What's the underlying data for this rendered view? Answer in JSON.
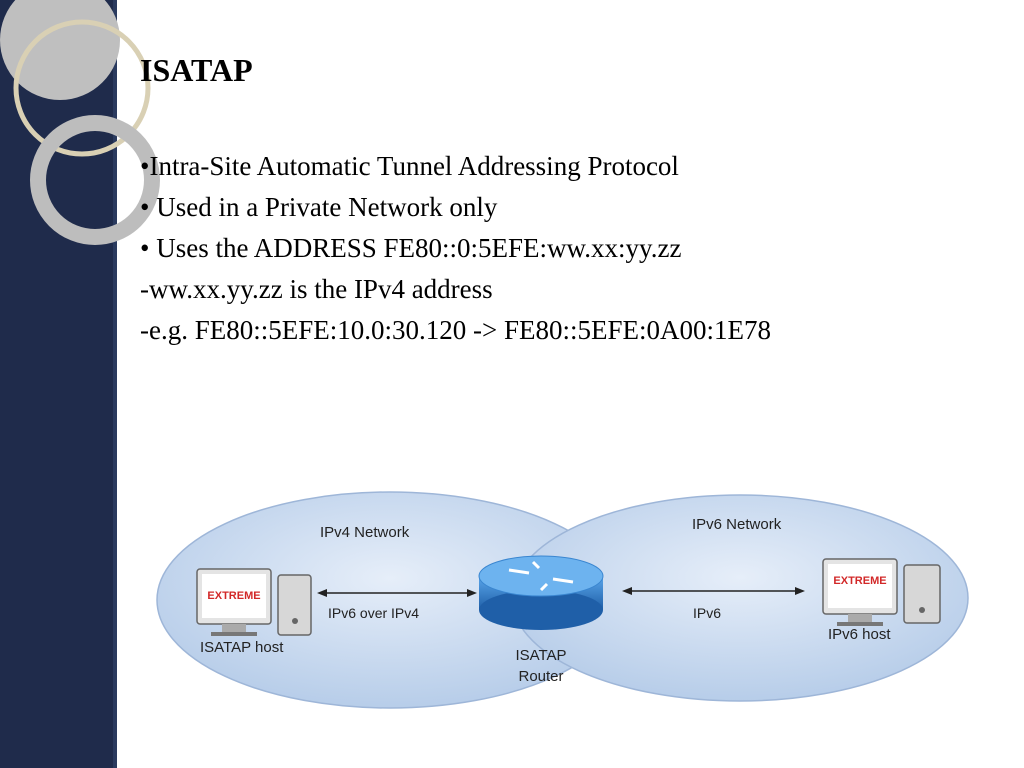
{
  "slide": {
    "title": "ISATAP",
    "lines": [
      "•Intra-Site Automatic Tunnel Addressing Protocol",
      "• Used in a Private Network only",
      "• Uses the ADDRESS FE80::0:5EFE:ww.xx:yy.zz",
      "-ww.xx.yy.zz is the IPv4 address",
      "-e.g. FE80::5EFE:10.0:30.120 -> FE80::5EFE:0A00:1E78"
    ]
  },
  "diagram": {
    "ipv4_network_label": "IPv4 Network",
    "ipv6_network_label": "IPv6 Network",
    "left_link_label": "IPv6 over IPv4",
    "right_link_label": "IPv6",
    "left_host_label": "ISATAP host",
    "right_host_label": "IPv6 host",
    "router_label_line1": "ISATAP",
    "router_label_line2": "Router",
    "monitor_text": "EXTREME"
  },
  "colors": {
    "side_band": "#1f2b4b",
    "ellipse_fill": "#c9daf0",
    "router_blue": "#2f7fd0",
    "monitor_red": "#d22828"
  }
}
